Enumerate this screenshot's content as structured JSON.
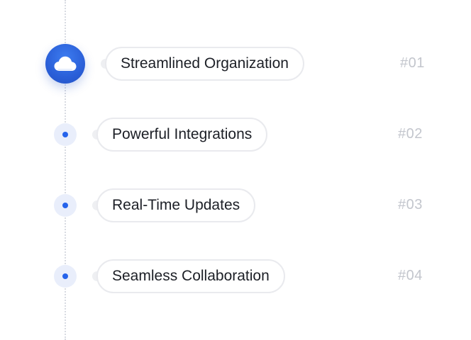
{
  "timeline": {
    "items": [
      {
        "label": "Streamlined Organization",
        "number": "#01",
        "icon": "cloud-icon",
        "active": true
      },
      {
        "label": "Powerful Integrations",
        "number": "#02",
        "active": false
      },
      {
        "label": "Real-Time Updates",
        "number": "#03",
        "active": false
      },
      {
        "label": "Seamless Collaboration",
        "number": "#04",
        "active": false
      }
    ]
  },
  "colors": {
    "accent": "#2563eb",
    "node_bg": "#e9eefb",
    "number": "#c3c6cd",
    "pill_border": "#e9eaee"
  }
}
